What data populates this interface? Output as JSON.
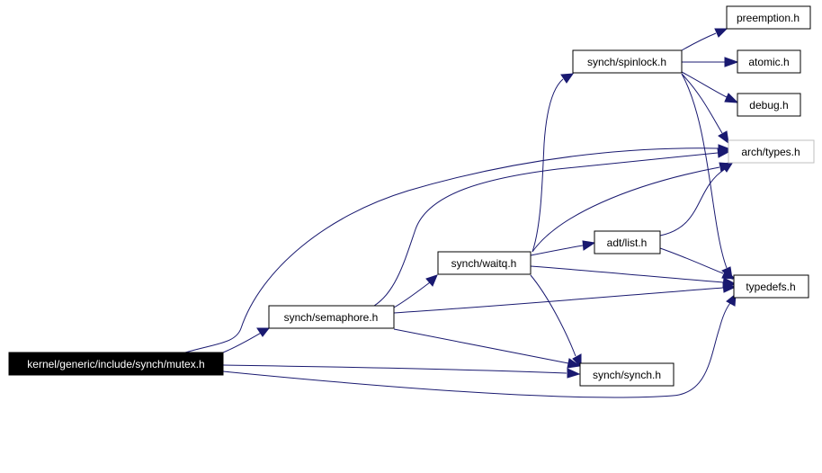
{
  "graph": {
    "edge_color": "#191970",
    "root_fill": "#000000",
    "root_text_color": "#ffffff",
    "external_border_color": "#bfbfbf",
    "nodes": {
      "mutex": "kernel/generic/include/synch/mutex.h",
      "semaphore": "synch/semaphore.h",
      "waitq": "synch/waitq.h",
      "spinlock": "synch/spinlock.h",
      "preemption": "preemption.h",
      "atomic": "atomic.h",
      "debug": "debug.h",
      "arch_types": "arch/types.h",
      "adt_list": "adt/list.h",
      "typedefs": "typedefs.h",
      "synch_synch": "synch/synch.h"
    },
    "edges": [
      [
        "mutex",
        "semaphore"
      ],
      [
        "mutex",
        "arch_types"
      ],
      [
        "mutex",
        "synch_synch"
      ],
      [
        "mutex",
        "typedefs"
      ],
      [
        "semaphore",
        "waitq"
      ],
      [
        "semaphore",
        "arch_types"
      ],
      [
        "semaphore",
        "typedefs"
      ],
      [
        "semaphore",
        "synch_synch"
      ],
      [
        "waitq",
        "spinlock"
      ],
      [
        "waitq",
        "arch_types"
      ],
      [
        "waitq",
        "adt_list"
      ],
      [
        "waitq",
        "typedefs"
      ],
      [
        "waitq",
        "synch_synch"
      ],
      [
        "spinlock",
        "preemption"
      ],
      [
        "spinlock",
        "atomic"
      ],
      [
        "spinlock",
        "debug"
      ],
      [
        "spinlock",
        "arch_types"
      ],
      [
        "spinlock",
        "typedefs"
      ],
      [
        "adt_list",
        "arch_types"
      ],
      [
        "adt_list",
        "typedefs"
      ]
    ]
  }
}
